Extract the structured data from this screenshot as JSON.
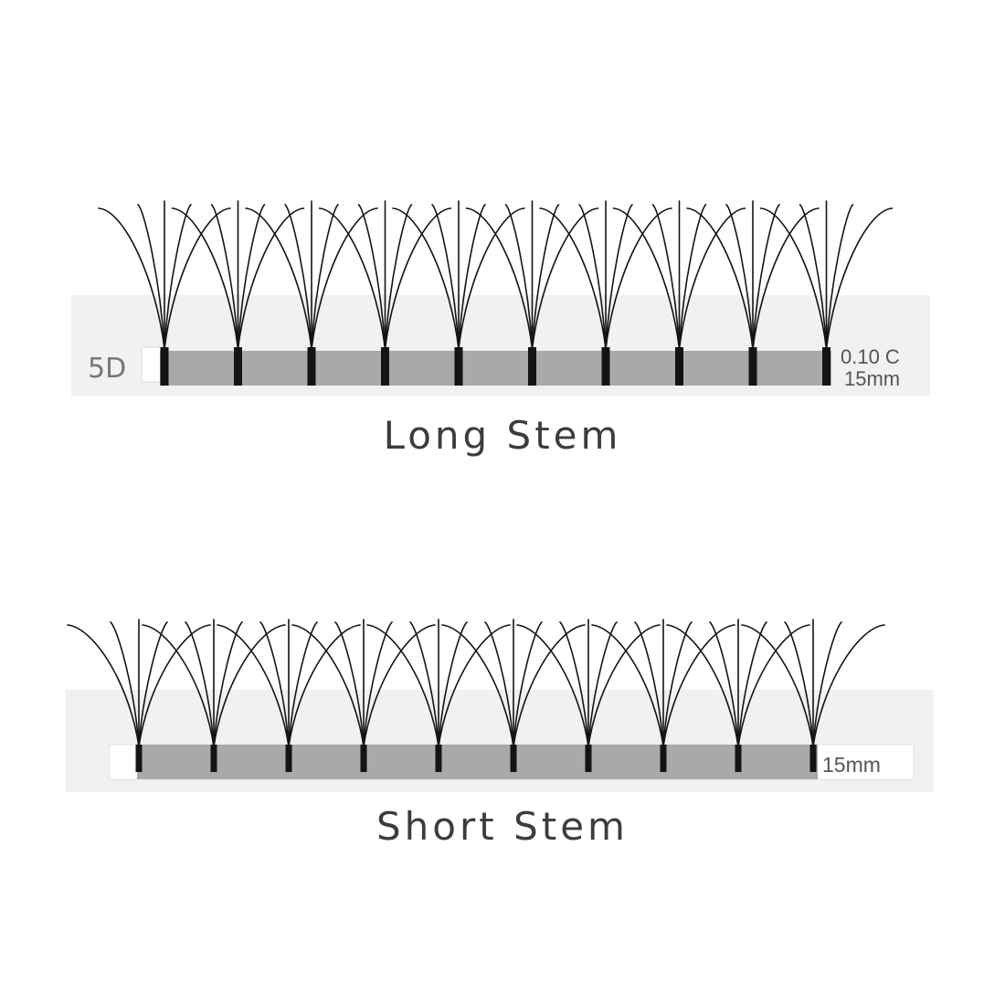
{
  "panels": [
    {
      "caption": "Long Stem",
      "volume_label": "5D",
      "spec_curl": "0.10 C",
      "spec_length": "15mm",
      "fan_count": 10,
      "fibers_per_fan": 5
    },
    {
      "caption": "Short Stem",
      "spec_length": "15mm",
      "fan_count": 10,
      "fibers_per_fan": 5
    }
  ],
  "colors": {
    "background": "#ffffff",
    "card": "#f1f1f1",
    "tray_strip": "#a9a9a7",
    "lash": "#141414",
    "caption_text": "#3c3c3c",
    "label_text": "#555555"
  }
}
